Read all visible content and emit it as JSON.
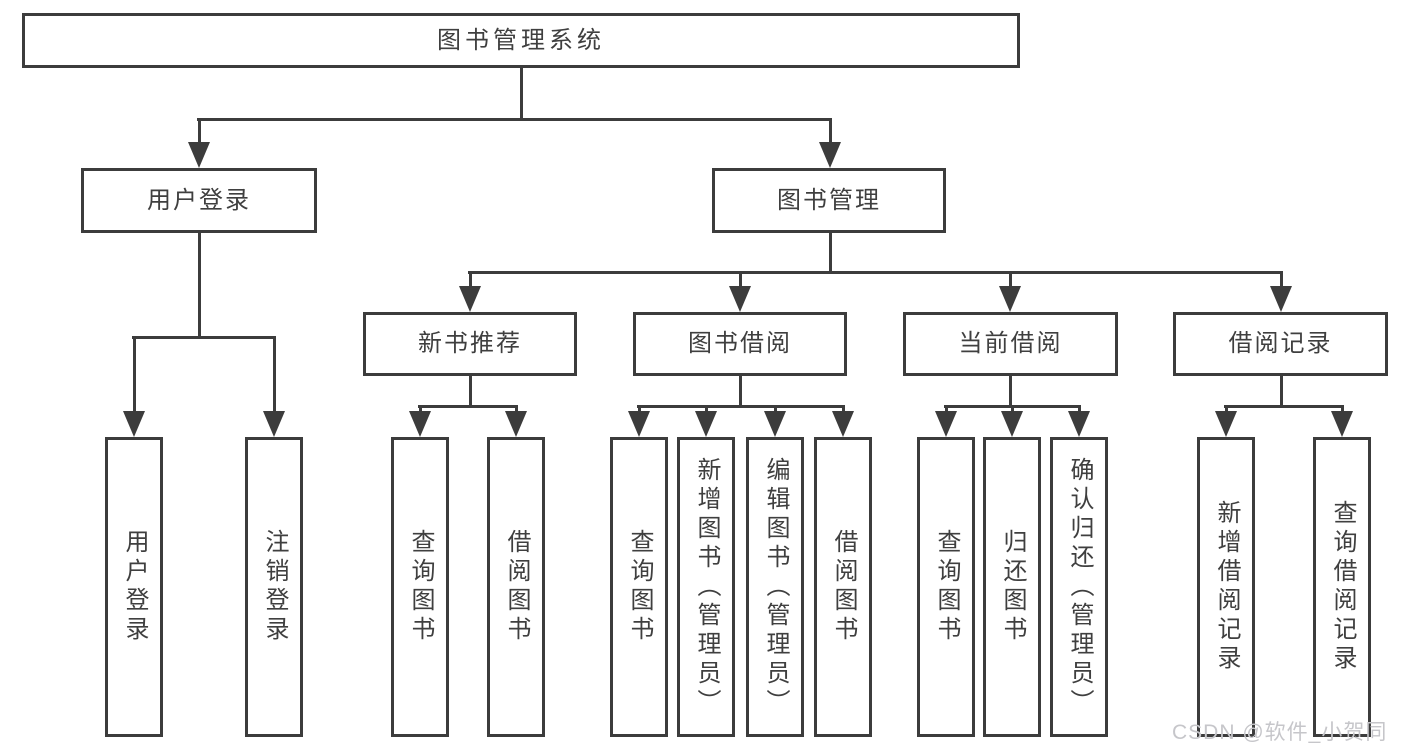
{
  "tree": {
    "root": {
      "label": "图书管理系统",
      "children": [
        {
          "label": "用户登录",
          "children": [
            {
              "label": "用户登录"
            },
            {
              "label": "注销登录"
            }
          ]
        },
        {
          "label": "图书管理",
          "children": [
            {
              "label": "新书推荐",
              "children": [
                {
                  "label": "查询图书"
                },
                {
                  "label": "借阅图书"
                }
              ]
            },
            {
              "label": "图书借阅",
              "children": [
                {
                  "label": "查询图书"
                },
                {
                  "label": "新增图书（管理员）"
                },
                {
                  "label": "编辑图书（管理员）"
                },
                {
                  "label": "借阅图书"
                }
              ]
            },
            {
              "label": "当前借阅",
              "children": [
                {
                  "label": "查询图书"
                },
                {
                  "label": "归还图书"
                },
                {
                  "label": "确认归还（管理员）"
                }
              ]
            },
            {
              "label": "借阅记录",
              "children": [
                {
                  "label": "新增借阅记录"
                },
                {
                  "label": "查询借阅记录"
                }
              ]
            }
          ]
        }
      ]
    }
  },
  "watermark": {
    "text": "CSDN @软件_小贺同学"
  },
  "colors": {
    "line": "#3c3c3c",
    "text": "#3f3f3f",
    "background": "#ffffff",
    "watermark": "#c6c6ca"
  }
}
